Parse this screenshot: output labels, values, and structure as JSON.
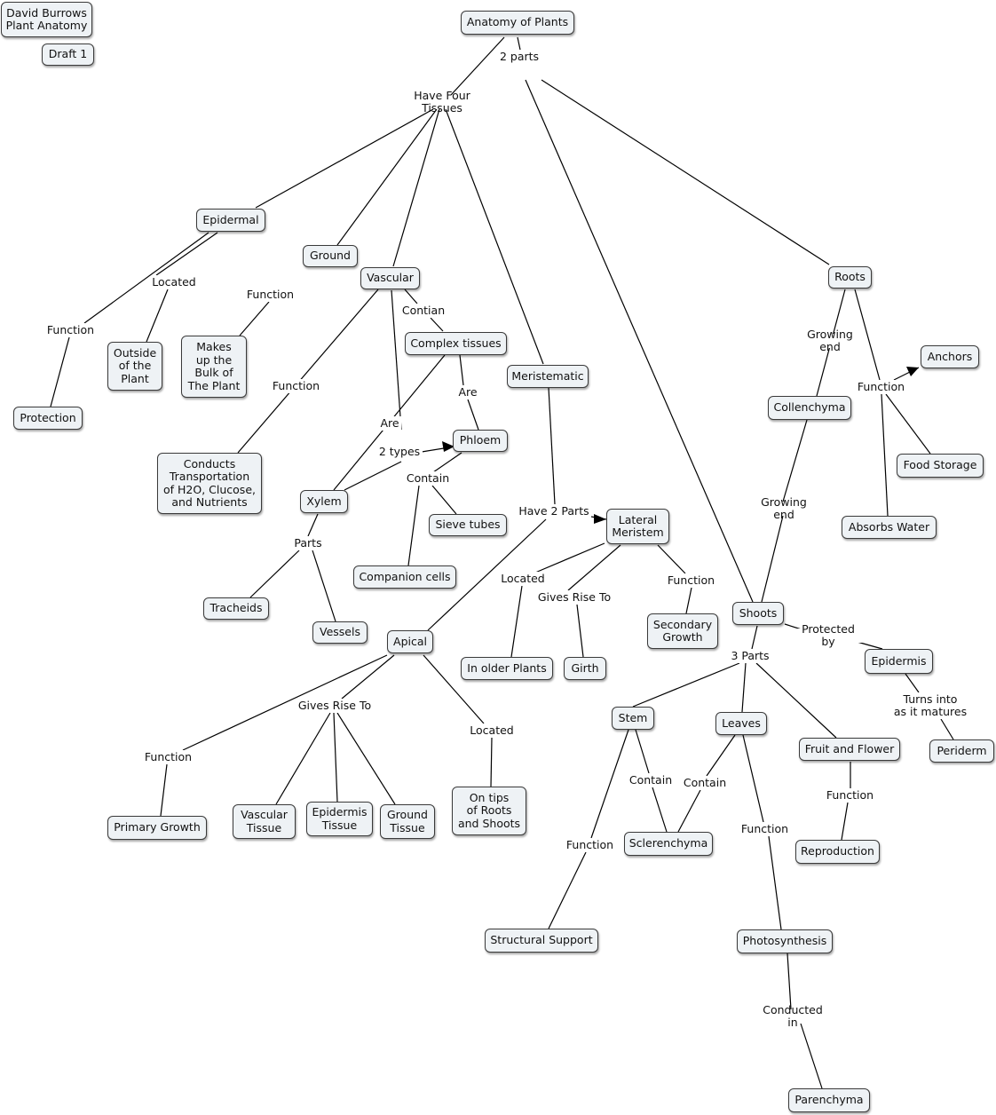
{
  "colors": {
    "node_fill": "#eef2f5",
    "node_border": "#3a3a3a",
    "line": "#000000",
    "background": "#ffffff"
  },
  "nodes": {
    "author": "David Burrows\nPlant Anatomy",
    "draft": "Draft 1",
    "root": "Anatomy of Plants",
    "epidermal": "Epidermal",
    "ground": "Ground",
    "vascular": "Vascular",
    "complex_tissues": "Complex tissues",
    "meristematic": "Meristematic",
    "roots": "Roots",
    "anchors": "Anchors",
    "outside_plant": "Outside\nof the\nPlant",
    "makes_up_bulk": "Makes\nup the\nBulk of\nThe Plant",
    "protection": "Protection",
    "collenchyma": "Collenchyma",
    "phloem": "Phloem",
    "conducts_transport": "Conducts\nTransportation\nof H2O, Clucose,\nand Nutrients",
    "food_storage": "Food Storage",
    "xylem": "Xylem",
    "sieve_tubes": "Sieve tubes",
    "lateral_meristem": "Lateral\nMeristem",
    "absorbs_water": "Absorbs Water",
    "companion_cells": "Companion cells",
    "tracheids": "Tracheids",
    "shoots": "Shoots",
    "secondary_growth": "Secondary\nGrowth",
    "vessels": "Vessels",
    "apical": "Apical",
    "epidermis": "Epidermis",
    "in_older_plants": "In older Plants",
    "girth": "Girth",
    "stem": "Stem",
    "leaves": "Leaves",
    "fruit_flower": "Fruit and Flower",
    "periderm": "Periderm",
    "on_tips": "On tips\nof Roots\nand Shoots",
    "primary_growth": "Primary Growth",
    "vascular_tissue": "Vascular\nTissue",
    "epidermis_tissue": "Epidermis\nTissue",
    "ground_tissue": "Ground\nTissue",
    "sclerenchyma": "Sclerenchyma",
    "reproduction": "Reproduction",
    "structural_support": "Structural Support",
    "photosynthesis": "Photosynthesis",
    "parenchyma": "Parenchyma"
  },
  "links": {
    "two_parts": "2 parts",
    "have_four_tissues": "Have Four Tissues",
    "located_epidermal": "Located",
    "function_epidermal": "Function",
    "function_ground": "Function",
    "contian": "Contian",
    "function_vascular": "Function",
    "are_phloem": "Are",
    "are_xylem": "Are",
    "two_types": "2 types",
    "contain_phloem": "Contain",
    "parts_xylem": "Parts",
    "have_two_parts": "Have 2 Parts",
    "located_lateral": "Located",
    "gives_rise_lateral": "Gives Rise To",
    "function_lateral": "Function",
    "gives_rise_apical": "Gives Rise To",
    "function_apical": "Function",
    "located_apical": "Located",
    "growing_end_roots": "Growing end",
    "function_roots": "Function",
    "growing_end_shoots": "Growing end",
    "protected_by": "Protected by",
    "three_parts": "3 Parts",
    "turns_into": "Turns into\nas it matures",
    "contain_stem": "Contain",
    "contain_leaves": "Contain",
    "function_stem": "Function",
    "function_leaves": "Function",
    "function_fruit": "Function",
    "conducted_in": "Conducted in"
  }
}
